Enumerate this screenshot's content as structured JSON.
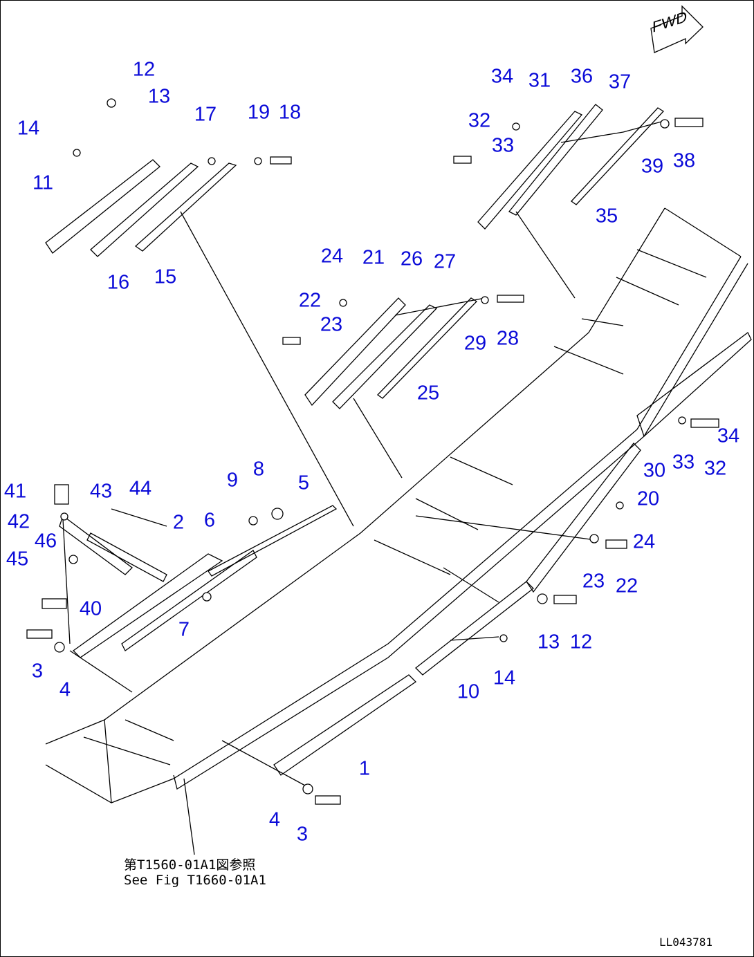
{
  "fwd_label": "FWD",
  "reference": {
    "jp": "第T1560-01A1図参照",
    "en": "See Fig T1660-01A1"
  },
  "drawing_code": "LL043781",
  "callouts": [
    "1",
    "2",
    "3",
    "4",
    "5",
    "6",
    "7",
    "8",
    "9",
    "10",
    "11",
    "12",
    "13",
    "14",
    "15",
    "16",
    "17",
    "18",
    "19",
    "20",
    "21",
    "22",
    "23",
    "24",
    "25",
    "26",
    "27",
    "28",
    "29",
    "30",
    "31",
    "32",
    "33",
    "34",
    "35",
    "36",
    "37",
    "38",
    "39",
    "40",
    "41",
    "42",
    "43",
    "44",
    "45",
    "46",
    "3",
    "4",
    "12",
    "13",
    "14",
    "22",
    "23",
    "24",
    "32",
    "33",
    "34"
  ]
}
